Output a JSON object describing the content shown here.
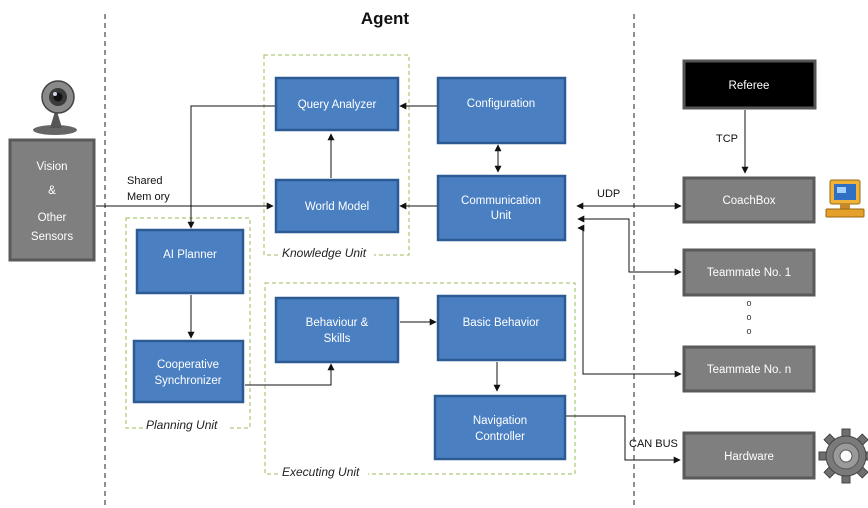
{
  "title": "Agent",
  "units": {
    "knowledge": "Knowledge Unit",
    "planning": "Planning Unit",
    "executing": "Executing Unit"
  },
  "blue_boxes": {
    "query_analyzer": [
      "Query Analyzer"
    ],
    "world_model": [
      "World Model"
    ],
    "configuration": [
      "Configuration"
    ],
    "communication_unit": [
      "Communication",
      "Unit"
    ],
    "ai_planner": [
      "AI Planner"
    ],
    "cooperative_synchronizer": [
      "Cooperative",
      "Synchronizer"
    ],
    "behaviour_skills": [
      "Behaviour &",
      "Skills"
    ],
    "basic_behavior": [
      "Basic Behavior"
    ],
    "navigation_controller": [
      "Navigation",
      "Controller"
    ]
  },
  "gray_boxes": {
    "vision": [
      "Vision",
      "&",
      "Other",
      "Sensors"
    ],
    "coachbox": [
      "CoachBox"
    ],
    "teammate_1": [
      "Teammate No. 1"
    ],
    "teammate_n": [
      "Teammate No. n"
    ],
    "hardware": [
      "Hardware"
    ]
  },
  "referee": [
    "Referee"
  ],
  "edge_labels": {
    "shared_memory": [
      "Shared",
      "Mem ory"
    ],
    "tcp": "TCP",
    "udp": "UDP",
    "can_bus": "CAN BUS"
  },
  "dots": [
    "o",
    "o",
    "o"
  ],
  "colors": {
    "blue_fill": "#4a7fc1",
    "blue_border": "#2c5a93",
    "gray_fill": "#7f7f7f",
    "gray_border": "#5a5a5a",
    "dashed_unit": "#9bbb59",
    "referee_fill": "#000000"
  },
  "icons": {
    "webcam": "webcam-icon",
    "computer": "computer-icon",
    "gear": "gear-icon"
  }
}
